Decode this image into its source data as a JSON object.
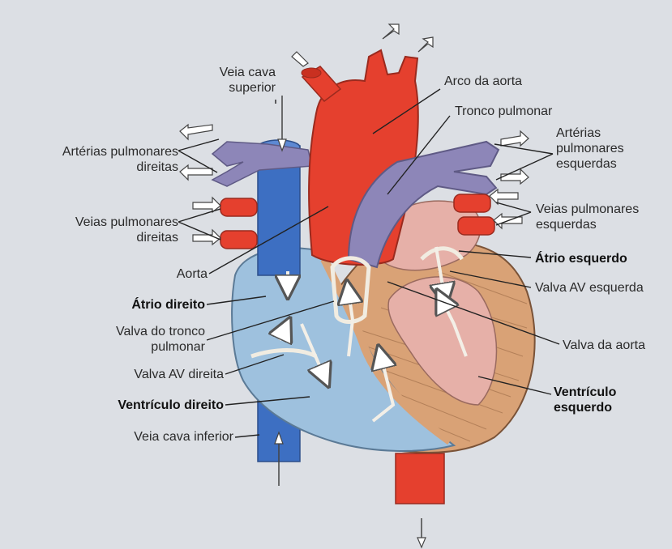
{
  "labels": {
    "superior_vena_cava": "Veia cava\nsuperior",
    "aortic_arch": "Arco da aorta",
    "pulmonary_trunk": "Tronco pulmonar",
    "right_pulmonary_arteries": "Artérias pulmonares\ndireitas",
    "left_pulmonary_arteries": "Artérias\npulmonares\nesquerdas",
    "right_pulmonary_veins": "Veias pulmonares\ndireitas",
    "left_pulmonary_veins": "Veias pulmonares\nesquerdas",
    "aorta": "Aorta",
    "left_atrium": "Átrio esquerdo",
    "left_av_valve": "Valva AV esquerda",
    "right_atrium": "Átrio direito",
    "pulmonary_valve": "Valva do tronco\npulmonar",
    "aortic_valve": "Valva da aorta",
    "right_av_valve": "Valva AV direita",
    "right_ventricle": "Ventrículo direito",
    "left_ventricle": "Ventrículo\nesquerdo",
    "inferior_vena_cava": "Veia cava inferior"
  },
  "colors": {
    "oxygenated": "#e5402e",
    "deoxygenated_vein": "#3d6fc2",
    "pulmonary_artery": "#8d86b8",
    "right_heart": "#9ec1de",
    "left_heart": "#e6b0a8",
    "myocardium": "#d9a276",
    "background": "#dcdfe4"
  }
}
